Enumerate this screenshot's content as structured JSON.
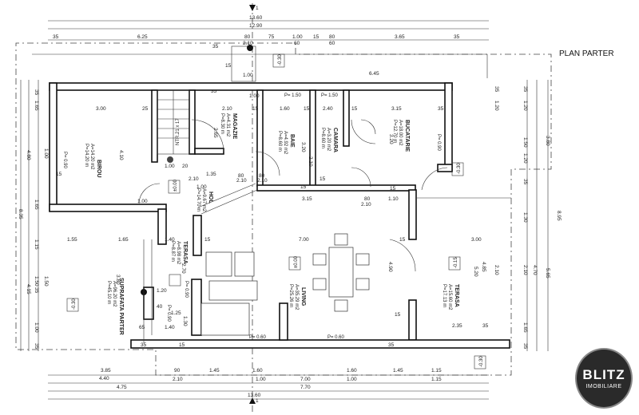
{
  "title": "PLAN PARTER",
  "logo": {
    "line1": "BLITZ",
    "line2": "IMOBILIARE"
  },
  "rooms": {
    "birou": {
      "name": "BIROU",
      "area": "A=14.20 m2",
      "perimeter": "P=14.20 m"
    },
    "magazie": {
      "name": "MAGAZIE",
      "area": "A=4.31 m2",
      "perimeter": "P=8.30 m"
    },
    "baie": {
      "name": "BAIE",
      "area": "A=4.92 m2",
      "perimeter": "P=8.60 m"
    },
    "camara": {
      "name": "CAMARA",
      "area": "A=3.20 m2",
      "perimeter": "P=8.60 m"
    },
    "bucatarie": {
      "name": "BUCATARIE",
      "area": "A=18.00 m2",
      "perimeter": "P=12.70 m"
    },
    "hol": {
      "name": "HOL",
      "area": "A=9.67 m2",
      "perimeter": "P=14.70 m"
    },
    "terasa_left": {
      "name": "TERASA",
      "area": "A=8.98 m2",
      "perimeter": "P=8.87 m"
    },
    "living": {
      "name": "LIVING",
      "area": "A=35.29 m2",
      "perimeter": "P=25.26 m"
    },
    "terasa_right": {
      "name": "TERASA",
      "area": "A=15.60 m2",
      "perimeter": "P=17.13 m"
    },
    "suprafata": {
      "name": "SUPRAFATA PARTER",
      "area": "A=96.20 m2",
      "perimeter": "P=45.10 m"
    }
  },
  "stair": {
    "text": "NTR.21 x 17"
  },
  "openings": {
    "baie_door": "P= 1.50",
    "camara_door": "P= 1.50",
    "living_door": "P= 0.60",
    "living_door2": "P= 0.60",
    "win_birou": "P= 0.90",
    "win_buc": "P= 0.90",
    "win_hol": "P= 0.90",
    "win_terasa": "P= 0.90"
  },
  "levels": {
    "lv1": "-0.30",
    "lv2": "±0.00",
    "lv3": "-0.30",
    "lv4": "±0.00",
    "lv5": "-0.30",
    "lv6": "-0.15",
    "lv7": "-0.30"
  },
  "section_marks": {
    "top": "1",
    "bottom": "1"
  },
  "dims": {
    "top": {
      "total1": "13.60",
      "total2": "12.90",
      "d35a": "35",
      "d625": "6.25",
      "d80": "80",
      "d210": "2.10",
      "d75": "75",
      "d100a": "1.00",
      "d60a": "60",
      "d15a": "15",
      "d80b": "80",
      "d60b": "60",
      "d365": "3.65",
      "d35b": "35",
      "d645": "6.45",
      "d35c": "35",
      "d15b": "15",
      "d35d": "35",
      "d100b": "1.00"
    },
    "inner_top": {
      "d300": "3.00",
      "d25": "25",
      "d210": "2.10",
      "d15": "15",
      "d160": "1.60",
      "d15b": "15",
      "d240": "2.40",
      "d15c": "15",
      "d315": "3.15",
      "d35": "35"
    },
    "mid": {
      "d265": "2.65",
      "d410": "4.10",
      "d100a": "1.00",
      "d20": "20",
      "d135": "1.35",
      "d100b": "1.00",
      "d80": "80",
      "d210": "2.10",
      "d80b": "80",
      "d210b": "2.10",
      "d15": "15",
      "d80c": "80",
      "d210c": "2.10",
      "d315": "3.15",
      "d110": "1.10",
      "d320": "3.20",
      "d320b": "3.20",
      "d210d": "2.10",
      "d100c": "1.00",
      "d100d": "1.00",
      "d210e": "2.10",
      "d15b": "15",
      "d15c": "15"
    },
    "lower": {
      "d155": "1.55",
      "d165": "1.65",
      "d140a": "1.40",
      "d270": "2.70",
      "d15": "15",
      "d700": "7.00",
      "d300": "3.00",
      "d15b": "15",
      "d380": "3.80",
      "d120": "1.20",
      "d40": "40",
      "d125": "1.25",
      "d130": "1.30",
      "d65": "65",
      "d140b": "1.40",
      "d15c": "15",
      "d235": "2.35",
      "d35": "35",
      "d15d": "15",
      "d490": "4.90",
      "d35b": "35",
      "d15e": "15",
      "d35c": "35"
    },
    "bottom": {
      "d385": "3.85",
      "d90": "90",
      "d145": "1.45",
      "d160a": "1.60",
      "d160b": "1.60",
      "d145b": "1.45",
      "d115a": "1.15",
      "d210": "2.10",
      "d100": "1.00",
      "d700": "7.00",
      "d100b": "1.00",
      "d115b": "1.15",
      "d440": "4.40",
      "d475": "4.75",
      "d770": "7.70",
      "d1360": "13.60"
    },
    "left": {
      "d35a": "35",
      "d165a": "1.65",
      "d480": "4.80",
      "d165b": "1.65",
      "d835": "8.35",
      "d115": "1.15",
      "d150": "1.50",
      "d35b": "35",
      "d415": "4.15",
      "d100": "1.00",
      "d35c": "35",
      "d150b": "1.50",
      "d100b": "1.00"
    },
    "right": {
      "d35a": "35",
      "d120a": "1.20",
      "d380": "3.80",
      "d150": "1.50",
      "d120b": "1.20",
      "d35b": "35",
      "d895": "8.95",
      "d130": "1.30",
      "d210": "2.10",
      "d485": "4.85",
      "d520": "5.20",
      "d470": "4.70",
      "d565": "5.65",
      "d165": "1.65",
      "d35c": "35",
      "d210b": "2.10",
      "d120c": "1.20",
      "d35d": "35"
    }
  }
}
